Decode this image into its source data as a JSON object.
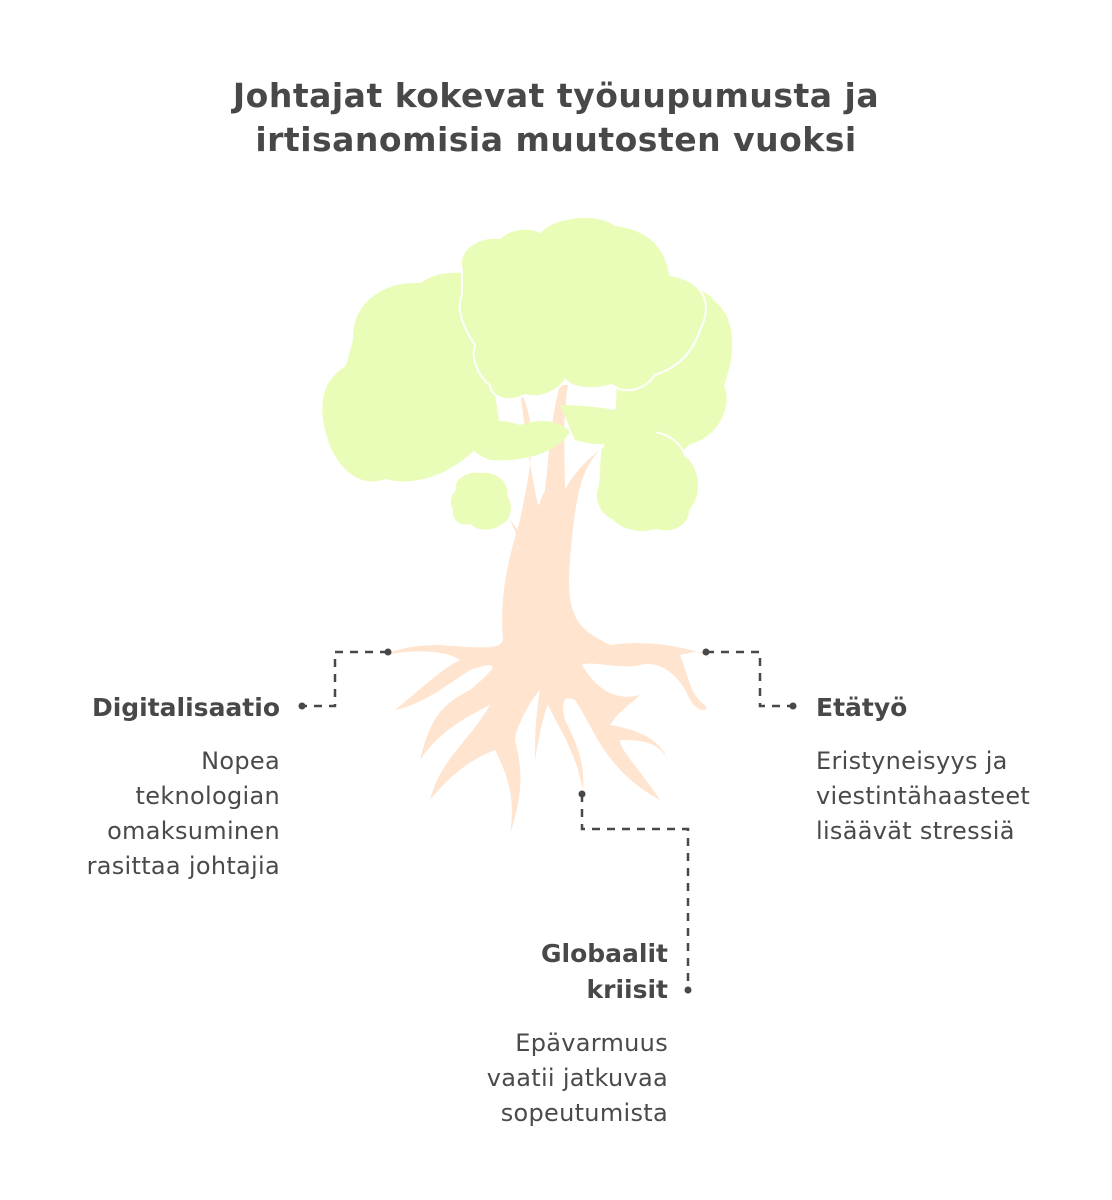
{
  "title": {
    "line1": "Johtajat kokevat työuupumusta ja",
    "line2": "irtisanomisia muutosten vuoksi"
  },
  "colors": {
    "foliage": "#E9FDB9",
    "trunk": "#FFE4CF",
    "text": "#484848",
    "connector": "#484848"
  },
  "factors": [
    {
      "label": "Digitalisaatio",
      "description_lines": [
        "Nopea",
        "teknologian",
        "omaksuminen",
        "rasittaa johtajia"
      ],
      "position": "left"
    },
    {
      "label": "Etätyö",
      "description_lines": [
        "Eristyneisyys ja",
        "viestintähaasteet",
        "lisäävät stressiä"
      ],
      "position": "right"
    },
    {
      "label_lines": [
        "Globaalit",
        "kriisit"
      ],
      "description_lines": [
        "Epävarmuus",
        "vaatii jatkuvaa",
        "sopeutumista"
      ],
      "position": "bottom"
    }
  ]
}
